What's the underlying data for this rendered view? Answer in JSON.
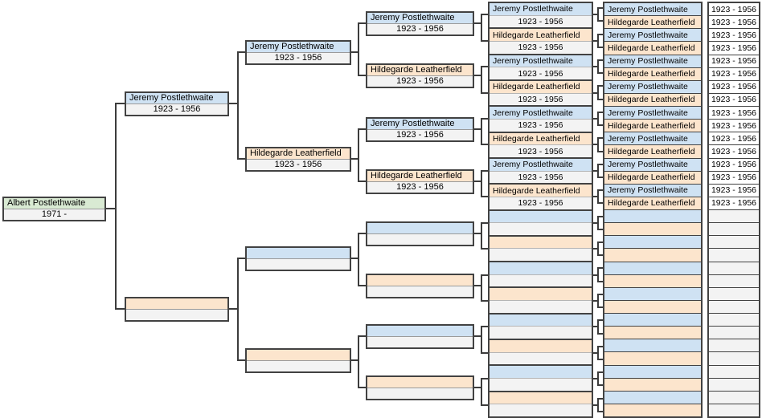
{
  "palette": {
    "blue": "#cfe2f3",
    "orange": "#fce5cd",
    "green": "#d9ead3",
    "body_gray": "#f3f3f3",
    "date_filled": "#ffffff",
    "date_empty": "#f3f3f3",
    "border": "#424242",
    "connector": "#3c3c3c"
  },
  "generations": {
    "gen1": [
      {
        "name": "Albert Postlethwaite",
        "dates": "1971 -",
        "color": "green"
      }
    ],
    "gen2": [
      {
        "name": "Jeremy Postlethwaite",
        "dates": "1923 - 1956",
        "color": "blue"
      },
      {
        "name": "",
        "dates": "",
        "color": "orange"
      }
    ],
    "gen3": [
      {
        "name": "Jeremy Postlethwaite",
        "dates": "1923 - 1956",
        "color": "blue"
      },
      {
        "name": "Hildegarde Leatherfield",
        "dates": "1923 - 1956",
        "color": "orange"
      },
      {
        "name": "",
        "dates": "",
        "color": "blue"
      },
      {
        "name": "",
        "dates": "",
        "color": "orange"
      }
    ],
    "gen4": [
      {
        "name": "Jeremy Postlethwaite",
        "dates": "1923 - 1956",
        "color": "blue"
      },
      {
        "name": "Hildegarde Leatherfield",
        "dates": "1923 - 1956",
        "color": "orange"
      },
      {
        "name": "Jeremy Postlethwaite",
        "dates": "1923 - 1956",
        "color": "blue"
      },
      {
        "name": "Hildegarde Leatherfield",
        "dates": "1923 - 1956",
        "color": "orange"
      },
      {
        "name": "",
        "dates": "",
        "color": "blue"
      },
      {
        "name": "",
        "dates": "",
        "color": "orange"
      },
      {
        "name": "",
        "dates": "",
        "color": "blue"
      },
      {
        "name": "",
        "dates": "",
        "color": "orange"
      }
    ],
    "gen5": [
      {
        "name": "Jeremy Postlethwaite",
        "dates": "1923 - 1956",
        "color": "blue"
      },
      {
        "name": "Hildegarde Leatherfield",
        "dates": "1923 - 1956",
        "color": "orange"
      },
      {
        "name": "Jeremy Postlethwaite",
        "dates": "1923 - 1956",
        "color": "blue"
      },
      {
        "name": "Hildegarde Leatherfield",
        "dates": "1923 - 1956",
        "color": "orange"
      },
      {
        "name": "Jeremy Postlethwaite",
        "dates": "1923 - 1956",
        "color": "blue"
      },
      {
        "name": "Hildegarde Leatherfield",
        "dates": "1923 - 1956",
        "color": "orange"
      },
      {
        "name": "Jeremy Postlethwaite",
        "dates": "1923 - 1956",
        "color": "blue"
      },
      {
        "name": "Hildegarde Leatherfield",
        "dates": "1923 - 1956",
        "color": "orange"
      },
      {
        "name": "",
        "dates": "",
        "color": "blue"
      },
      {
        "name": "",
        "dates": "",
        "color": "orange"
      },
      {
        "name": "",
        "dates": "",
        "color": "blue"
      },
      {
        "name": "",
        "dates": "",
        "color": "orange"
      },
      {
        "name": "",
        "dates": "",
        "color": "blue"
      },
      {
        "name": "",
        "dates": "",
        "color": "orange"
      },
      {
        "name": "",
        "dates": "",
        "color": "blue"
      },
      {
        "name": "",
        "dates": "",
        "color": "orange"
      }
    ],
    "gen6": [
      {
        "name": "Jeremy Postlethwaite",
        "dates": "1923 - 1956",
        "color": "blue"
      },
      {
        "name": "Hildegarde Leatherfield",
        "dates": "1923 - 1956",
        "color": "orange"
      },
      {
        "name": "Jeremy Postlethwaite",
        "dates": "1923 - 1956",
        "color": "blue"
      },
      {
        "name": "Hildegarde Leatherfield",
        "dates": "1923 - 1956",
        "color": "orange"
      },
      {
        "name": "Jeremy Postlethwaite",
        "dates": "1923 - 1956",
        "color": "blue"
      },
      {
        "name": "Hildegarde Leatherfield",
        "dates": "1923 - 1956",
        "color": "orange"
      },
      {
        "name": "Jeremy Postlethwaite",
        "dates": "1923 - 1956",
        "color": "blue"
      },
      {
        "name": "Hildegarde Leatherfield",
        "dates": "1923 - 1956",
        "color": "orange"
      },
      {
        "name": "Jeremy Postlethwaite",
        "dates": "1923 - 1956",
        "color": "blue"
      },
      {
        "name": "Hildegarde Leatherfield",
        "dates": "1923 - 1956",
        "color": "orange"
      },
      {
        "name": "Jeremy Postlethwaite",
        "dates": "1923 - 1956",
        "color": "blue"
      },
      {
        "name": "Hildegarde Leatherfield",
        "dates": "1923 - 1956",
        "color": "orange"
      },
      {
        "name": "Jeremy Postlethwaite",
        "dates": "1923 - 1956",
        "color": "blue"
      },
      {
        "name": "Hildegarde Leatherfield",
        "dates": "1923 - 1956",
        "color": "orange"
      },
      {
        "name": "Jeremy Postlethwaite",
        "dates": "1923 - 1956",
        "color": "blue"
      },
      {
        "name": "Hildegarde Leatherfield",
        "dates": "1923 - 1956",
        "color": "orange"
      },
      {
        "name": "",
        "dates": "",
        "color": "blue"
      },
      {
        "name": "",
        "dates": "",
        "color": "orange"
      },
      {
        "name": "",
        "dates": "",
        "color": "blue"
      },
      {
        "name": "",
        "dates": "",
        "color": "orange"
      },
      {
        "name": "",
        "dates": "",
        "color": "blue"
      },
      {
        "name": "",
        "dates": "",
        "color": "orange"
      },
      {
        "name": "",
        "dates": "",
        "color": "blue"
      },
      {
        "name": "",
        "dates": "",
        "color": "orange"
      },
      {
        "name": "",
        "dates": "",
        "color": "blue"
      },
      {
        "name": "",
        "dates": "",
        "color": "orange"
      },
      {
        "name": "",
        "dates": "",
        "color": "blue"
      },
      {
        "name": "",
        "dates": "",
        "color": "orange"
      },
      {
        "name": "",
        "dates": "",
        "color": "blue"
      },
      {
        "name": "",
        "dates": "",
        "color": "orange"
      },
      {
        "name": "",
        "dates": "",
        "color": "blue"
      },
      {
        "name": "",
        "dates": "",
        "color": "orange"
      }
    ]
  }
}
